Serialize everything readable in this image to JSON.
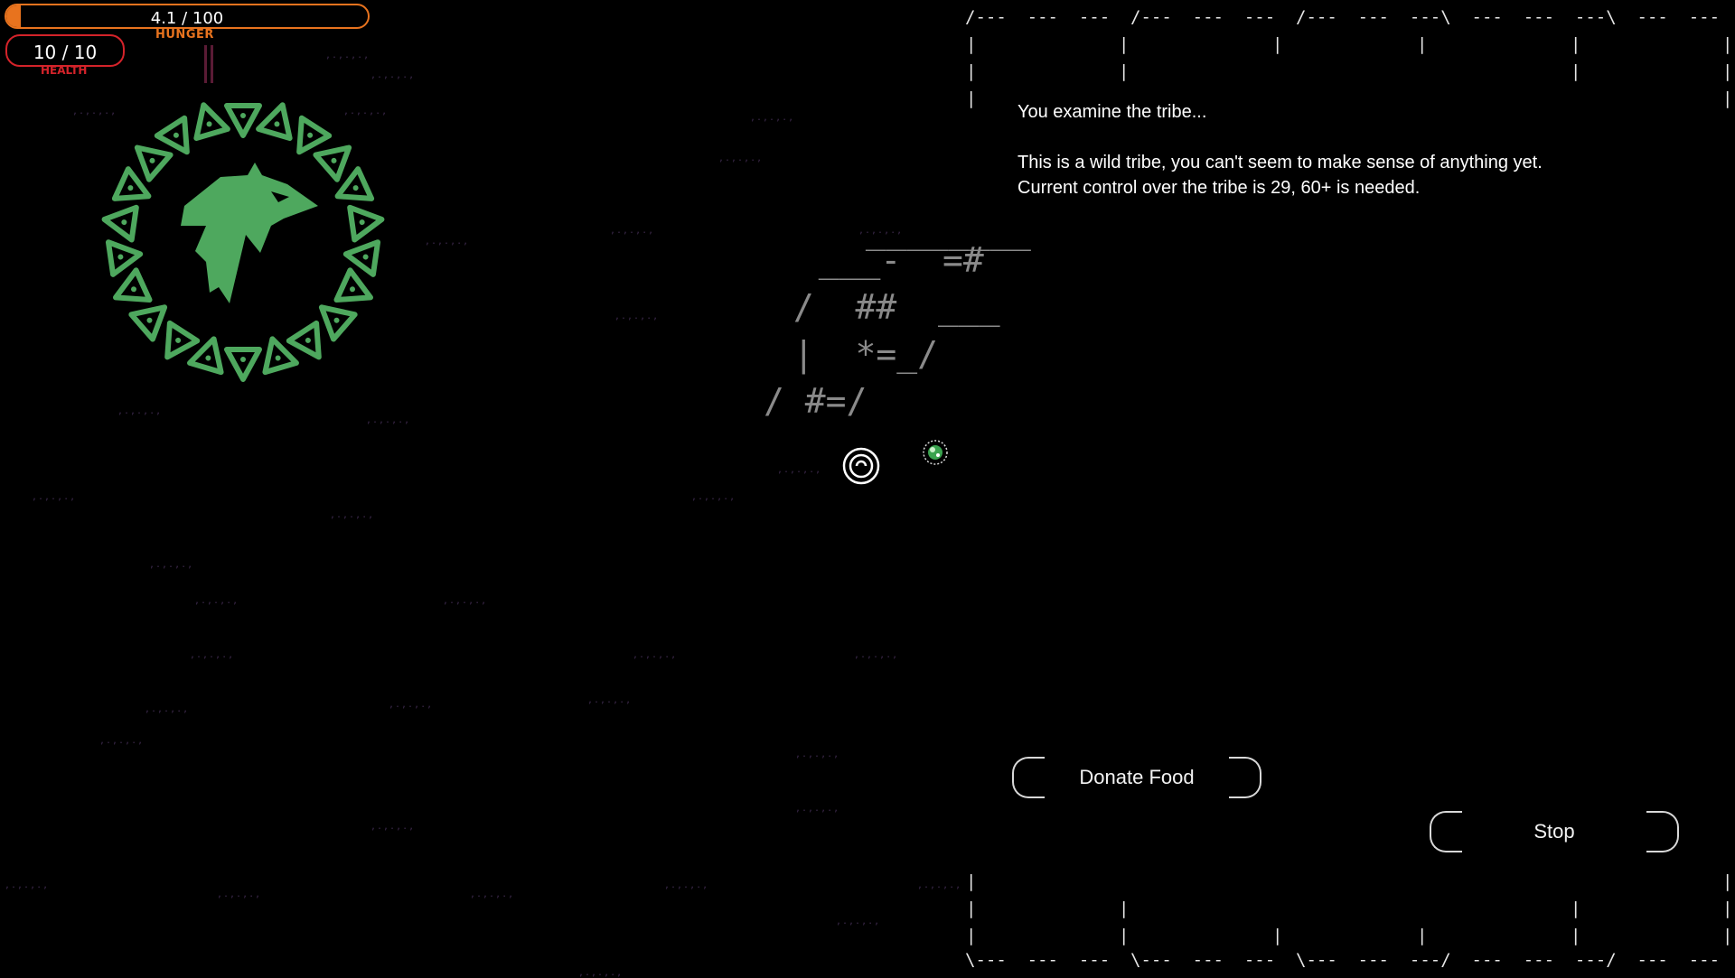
{
  "hud": {
    "hunger": {
      "text": "4.1 / 100",
      "label": "HUNGER",
      "fraction": 0.041,
      "color": "#e8731e"
    },
    "health": {
      "text": "10 / 10",
      "label": "HEALTH",
      "fraction": 1.0,
      "color": "#d4232a"
    }
  },
  "emblem": {
    "icon": "wolf-emblem-icon",
    "color": "#4ea85e"
  },
  "world": {
    "grass_glyph": ",.,.,.,",
    "tribe_ascii": [
      " ________",
      "  ___-  =#",
      " /  ##  ___",
      " |  *=_/",
      "/ #=/"
    ],
    "player_icon": "player-spiral-icon",
    "tribe_icon": "tribe-creature-icon"
  },
  "panel": {
    "frame_top": "/---  ---  ---  /---  ---  ---  /---  ---  ---\\  ---  ---  ---\\  ---  ---  ---\\",
    "frame_bottom": "\\---  ---  ---  \\---  ---  ---  \\---  ---  ---/  ---  ---  ---/  ---  ---  ---/",
    "bar": "|",
    "message": {
      "line1": "You examine the tribe...",
      "line2": "This is a wild tribe, you can't seem to make sense of anything yet.",
      "line3": "Current control over the tribe is 29, 60+ is needed."
    },
    "buttons": {
      "donate": "Donate Food",
      "stop": "Stop"
    }
  }
}
